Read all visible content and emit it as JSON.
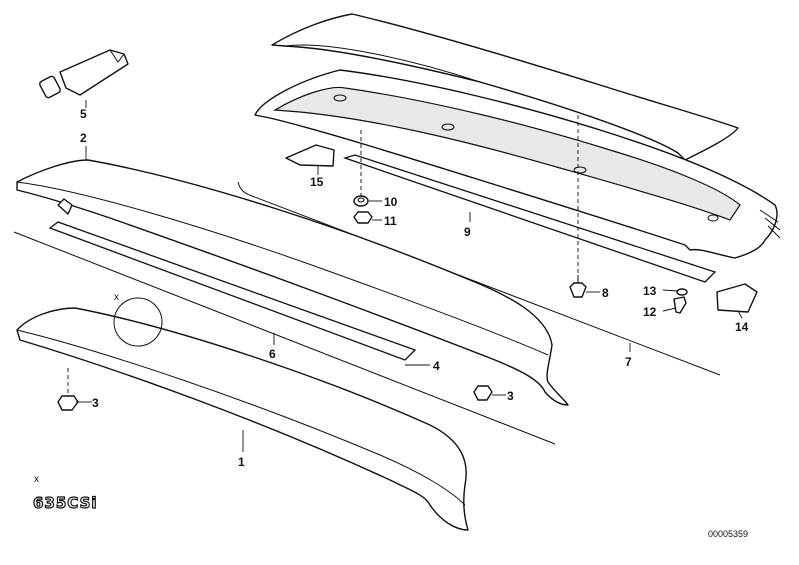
{
  "callouts": [
    {
      "id": "1",
      "text": "1"
    },
    {
      "id": "2",
      "text": "2"
    },
    {
      "id": "3a",
      "text": "3"
    },
    {
      "id": "3b",
      "text": "3"
    },
    {
      "id": "4",
      "text": "4"
    },
    {
      "id": "5",
      "text": "5"
    },
    {
      "id": "6",
      "text": "6"
    },
    {
      "id": "7",
      "text": "7"
    },
    {
      "id": "8",
      "text": "8"
    },
    {
      "id": "9",
      "text": "9"
    },
    {
      "id": "10",
      "text": "10"
    },
    {
      "id": "11",
      "text": "11"
    },
    {
      "id": "12",
      "text": "12"
    },
    {
      "id": "13",
      "text": "13"
    },
    {
      "id": "14",
      "text": "14"
    },
    {
      "id": "15",
      "text": "15"
    }
  ],
  "detail_marker": "x",
  "emblem_marker": "x",
  "emblem_text": "635CSi",
  "reference_number": "00005359"
}
